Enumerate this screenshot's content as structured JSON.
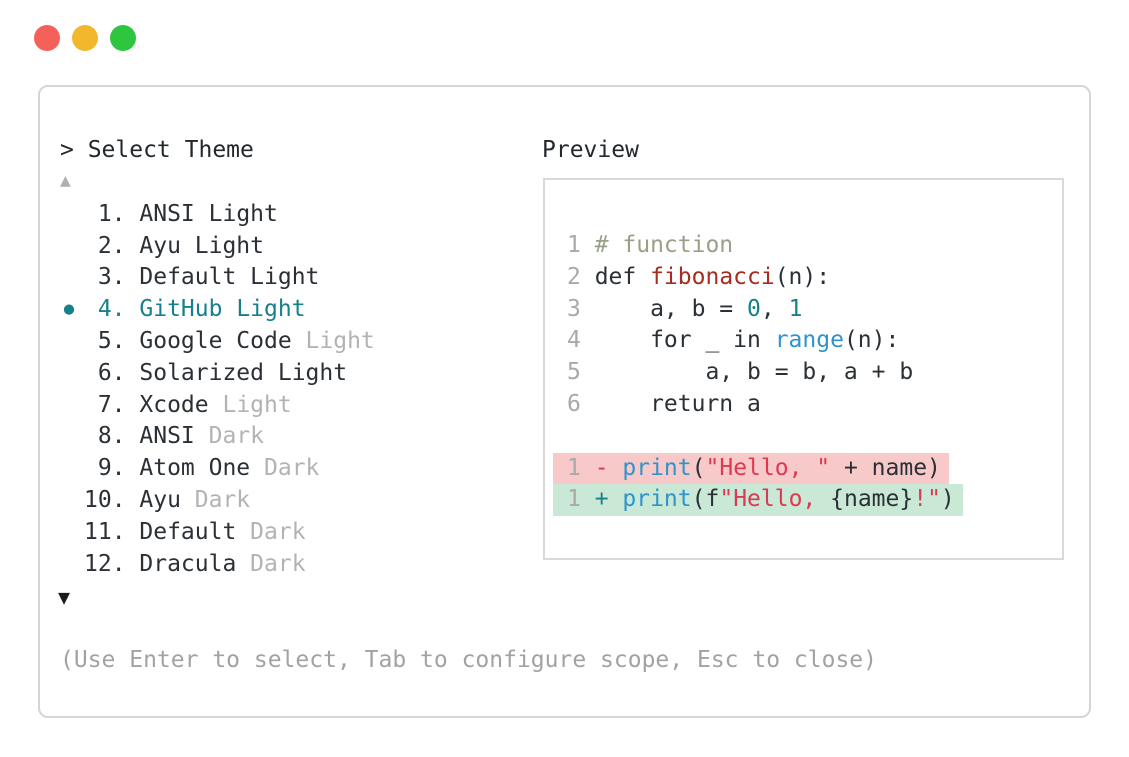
{
  "window": {
    "traffic_lights": [
      {
        "name": "close",
        "color": "#f4605a"
      },
      {
        "name": "minimize",
        "color": "#f3b72d"
      },
      {
        "name": "zoom",
        "color": "#2dc63e"
      }
    ]
  },
  "picker": {
    "prompt": "> Select Theme",
    "scroll_up": "▲",
    "scroll_down": "▼",
    "selection_bullet": "●",
    "items": [
      {
        "num": "1.",
        "name": "ANSI ",
        "suffix": "Light",
        "muted": false,
        "selected": false
      },
      {
        "num": "2.",
        "name": "Ayu ",
        "suffix": "Light",
        "muted": false,
        "selected": false
      },
      {
        "num": "3.",
        "name": "Default ",
        "suffix": "Light",
        "muted": false,
        "selected": false
      },
      {
        "num": "4.",
        "name": "GitHub ",
        "suffix": "Light",
        "muted": false,
        "selected": true
      },
      {
        "num": "5.",
        "name": "Google Code ",
        "suffix": "Light",
        "muted": true,
        "selected": false
      },
      {
        "num": "6.",
        "name": "Solarized ",
        "suffix": "Light",
        "muted": false,
        "selected": false
      },
      {
        "num": "7.",
        "name": "Xcode ",
        "suffix": "Light",
        "muted": true,
        "selected": false
      },
      {
        "num": "8.",
        "name": "ANSI ",
        "suffix": "Dark",
        "muted": true,
        "selected": false
      },
      {
        "num": "9.",
        "name": "Atom One ",
        "suffix": "Dark",
        "muted": true,
        "selected": false
      },
      {
        "num": "10.",
        "name": "Ayu ",
        "suffix": "Dark",
        "muted": true,
        "selected": false
      },
      {
        "num": "11.",
        "name": "Default ",
        "suffix": "Dark",
        "muted": true,
        "selected": false
      },
      {
        "num": "12.",
        "name": "Dracula ",
        "suffix": "Dark",
        "muted": true,
        "selected": false
      }
    ]
  },
  "preview": {
    "label": "Preview",
    "code": [
      {
        "num": "1",
        "segs": [
          [
            "# function",
            "comment"
          ]
        ]
      },
      {
        "num": "2",
        "segs": [
          [
            "def ",
            "fg"
          ],
          [
            "fibonacci",
            "func"
          ],
          [
            "(n):",
            "fg"
          ]
        ]
      },
      {
        "num": "3",
        "segs": [
          [
            "    a, b = ",
            "fg"
          ],
          [
            "0",
            "numlit"
          ],
          [
            ", ",
            "fg"
          ],
          [
            "1",
            "numlit"
          ]
        ]
      },
      {
        "num": "4",
        "segs": [
          [
            "    for _ in ",
            "fg"
          ],
          [
            "range",
            "builtin"
          ],
          [
            "(n):",
            "fg"
          ]
        ]
      },
      {
        "num": "5",
        "segs": [
          [
            "        a, b = b, a + b",
            "fg"
          ]
        ]
      },
      {
        "num": "6",
        "segs": [
          [
            "    return a",
            "fg"
          ]
        ]
      },
      {
        "num": "",
        "segs": []
      },
      {
        "num": "1",
        "diff": "removed",
        "segs": [
          [
            "- ",
            "minus"
          ],
          [
            "print",
            "builtin"
          ],
          [
            "(",
            "fg"
          ],
          [
            "\"Hello, \"",
            "str"
          ],
          [
            " + name)",
            "fg"
          ]
        ]
      },
      {
        "num": "1",
        "diff": "added",
        "segs": [
          [
            "+ ",
            "plus"
          ],
          [
            "print",
            "builtin"
          ],
          [
            "(f",
            "fg"
          ],
          [
            "\"Hello, ",
            "str"
          ],
          [
            "{name}",
            "fg"
          ],
          [
            "!\"",
            "str"
          ],
          [
            ")",
            "fg"
          ]
        ]
      }
    ]
  },
  "footer": {
    "hint": "(Use Enter to select, Tab to configure scope, Esc to close)"
  },
  "colors": {
    "accent_teal": "#17808a",
    "text": "#2b3036",
    "muted_gray": "#b3b3b3",
    "line_number_gray": "#a9a9a9",
    "hint_gray": "#a2a2a2",
    "comment_olive": "#99a08a",
    "function_red": "#a52c1f",
    "builtin_blue": "#2f93cd",
    "string_red": "#dc3a52",
    "removed_bg": "#f7c9c8",
    "added_bg": "#c9e8d5",
    "panel_border": "#d5d5d5",
    "preview_border": "#d9d9d9"
  }
}
